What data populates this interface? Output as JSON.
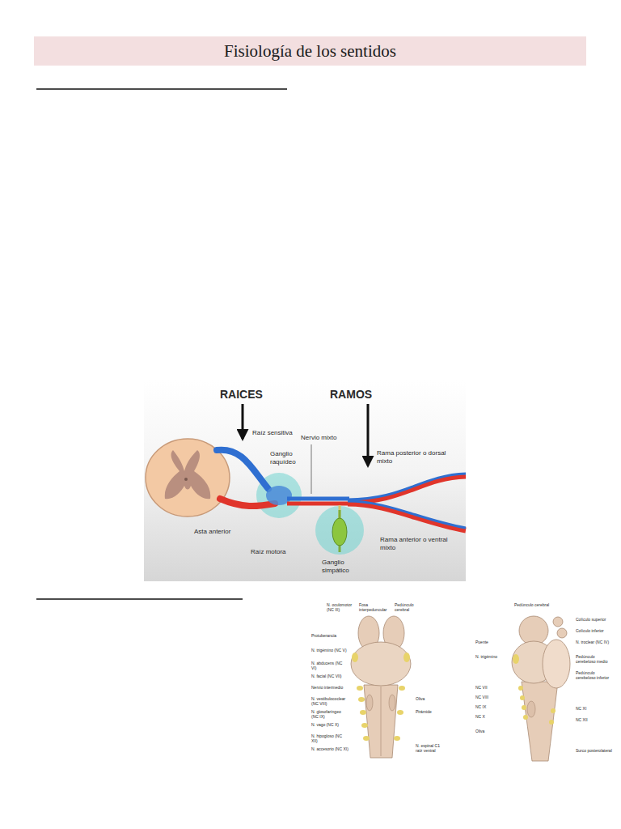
{
  "diagram": {
    "title": "Fisiología de los sentidos",
    "labels": [
      "RAICES",
      "RAMOS",
      "Raíz sensitiva",
      "Nervio mixto",
      "Ganglio raquídeo",
      "Rama posterior o dorsal mixto",
      "Rama anterior o ventral mixto",
      "Asta anterior",
      "Raíz motora",
      "Ganglio simpático",
      "N. oculomotor (NC III)",
      "Fosa interpeduncular",
      "Pedúnculo cerebral",
      "Protuberancia",
      "N. trigémino (NC V)",
      "N. abducens (NC VI)",
      "N. facial (NC VII)",
      "Nervio intermedio",
      "N. vestibulococlear (NC VIII)",
      "N. glosofaríngeo (NC IX)",
      "N. vago (NC X)",
      "N. hipogloso (NC XII)",
      "N. accesorio (NC XI)",
      "Oliva",
      "Pirámide",
      "N. espinal C1 raíz ventral",
      "Pedúnculo cerebral",
      "Colículo superior",
      "Colículo inferior",
      "N. troclear (NC IV)",
      "Puente",
      "N. trigémino",
      "Pedúnculo cerebeloso medio",
      "Pedúnculo cerebeloso inferior",
      "NC VII",
      "NC VIII",
      "NC IX",
      "NC X",
      "NC XI",
      "NC XII",
      "Oliva",
      "Surco posterolateral"
    ]
  }
}
